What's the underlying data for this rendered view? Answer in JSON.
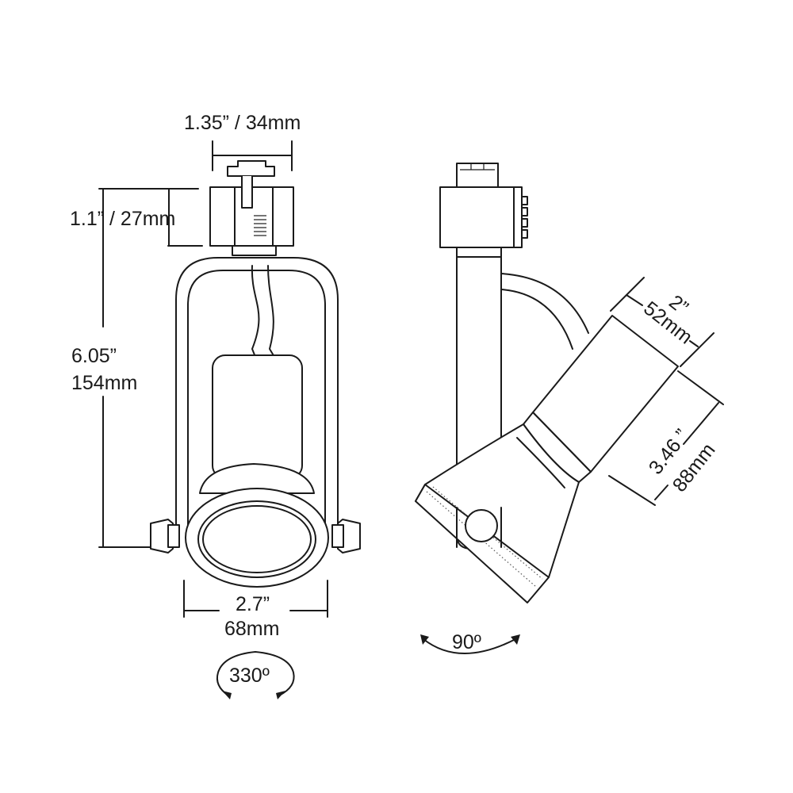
{
  "front_view": {
    "connector_width": "1.35” / 34mm",
    "connector_height": "1.1” / 27mm",
    "overall_height_in": "6.05”",
    "overall_height_mm": "154mm",
    "bezel_width_in": "2.7”",
    "bezel_width_mm": "68mm",
    "rotation": "330º"
  },
  "side_view": {
    "head_diameter_in": "2”",
    "head_diameter_mm": "52mm",
    "head_length_in": "3.46 ”",
    "head_length_mm": "88mm",
    "tilt": "90º"
  },
  "colors": {
    "line": "#1a1a1a",
    "background": "#ffffff"
  }
}
